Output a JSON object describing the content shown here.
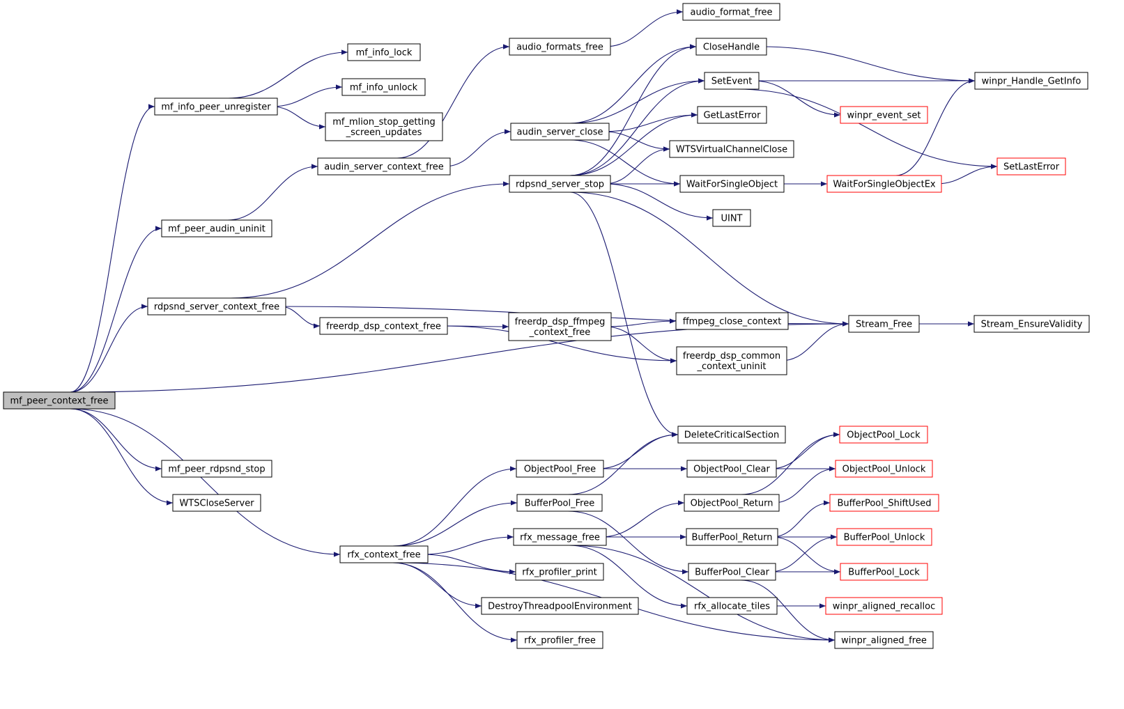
{
  "diagram": {
    "type": "call-graph",
    "colors": {
      "edge": "#191970",
      "node_border": "#000000",
      "external_node_border": "#ff0000",
      "root_fill": "#bfbfbf",
      "node_fill": "#ffffff"
    },
    "nodes": [
      {
        "id": "mf_peer_context_free",
        "lines": [
          "mf_peer_context_free"
        ],
        "root": true
      },
      {
        "id": "mf_info_peer_unregister",
        "lines": [
          "mf_info_peer_unregister"
        ]
      },
      {
        "id": "mf_peer_audin_uninit",
        "lines": [
          "mf_peer_audin_uninit"
        ]
      },
      {
        "id": "rdpsnd_server_context_free",
        "lines": [
          "rdpsnd_server_context_free"
        ]
      },
      {
        "id": "mf_peer_rdpsnd_stop",
        "lines": [
          "mf_peer_rdpsnd_stop"
        ]
      },
      {
        "id": "WTSCloseServer",
        "lines": [
          "WTSCloseServer"
        ]
      },
      {
        "id": "mf_info_lock",
        "lines": [
          "mf_info_lock"
        ]
      },
      {
        "id": "mf_info_unlock",
        "lines": [
          "mf_info_unlock"
        ]
      },
      {
        "id": "mf_mlion_stop_getting_screen_updates",
        "lines": [
          "mf_mlion_stop_getting",
          "_screen_updates"
        ]
      },
      {
        "id": "audin_server_context_free",
        "lines": [
          "audin_server_context_free"
        ]
      },
      {
        "id": "freerdp_dsp_context_free",
        "lines": [
          "freerdp_dsp_context_free"
        ]
      },
      {
        "id": "rfx_context_free",
        "lines": [
          "rfx_context_free"
        ]
      },
      {
        "id": "audio_formats_free",
        "lines": [
          "audio_formats_free"
        ]
      },
      {
        "id": "audin_server_close",
        "lines": [
          "audin_server_close"
        ]
      },
      {
        "id": "rdpsnd_server_stop",
        "lines": [
          "rdpsnd_server_stop"
        ]
      },
      {
        "id": "freerdp_dsp_ffmpeg_context_free",
        "lines": [
          "freerdp_dsp_ffmpeg",
          "_context_free"
        ]
      },
      {
        "id": "ObjectPool_Free",
        "lines": [
          "ObjectPool_Free"
        ]
      },
      {
        "id": "BufferPool_Free",
        "lines": [
          "BufferPool_Free"
        ]
      },
      {
        "id": "rfx_message_free",
        "lines": [
          "rfx_message_free"
        ]
      },
      {
        "id": "rfx_profiler_print",
        "lines": [
          "rfx_profiler_print"
        ]
      },
      {
        "id": "DestroyThreadpoolEnvironment",
        "lines": [
          "DestroyThreadpoolEnvironment"
        ]
      },
      {
        "id": "rfx_profiler_free",
        "lines": [
          "rfx_profiler_free"
        ]
      },
      {
        "id": "audio_format_free",
        "lines": [
          "audio_format_free"
        ]
      },
      {
        "id": "CloseHandle",
        "lines": [
          "CloseHandle"
        ]
      },
      {
        "id": "SetEvent",
        "lines": [
          "SetEvent"
        ]
      },
      {
        "id": "GetLastError",
        "lines": [
          "GetLastError"
        ]
      },
      {
        "id": "WTSVirtualChannelClose",
        "lines": [
          "WTSVirtualChannelClose"
        ]
      },
      {
        "id": "WaitForSingleObject",
        "lines": [
          "WaitForSingleObject"
        ]
      },
      {
        "id": "UINT",
        "lines": [
          "UINT"
        ]
      },
      {
        "id": "ffmpeg_close_context",
        "lines": [
          "ffmpeg_close_context"
        ]
      },
      {
        "id": "freerdp_dsp_common_context_uninit",
        "lines": [
          "freerdp_dsp_common",
          "_context_uninit"
        ]
      },
      {
        "id": "DeleteCriticalSection",
        "lines": [
          "DeleteCriticalSection"
        ]
      },
      {
        "id": "ObjectPool_Clear",
        "lines": [
          "ObjectPool_Clear"
        ]
      },
      {
        "id": "ObjectPool_Return",
        "lines": [
          "ObjectPool_Return"
        ]
      },
      {
        "id": "BufferPool_Return",
        "lines": [
          "BufferPool_Return"
        ]
      },
      {
        "id": "BufferPool_Clear",
        "lines": [
          "BufferPool_Clear"
        ]
      },
      {
        "id": "rfx_allocate_tiles",
        "lines": [
          "rfx_allocate_tiles"
        ]
      },
      {
        "id": "winpr_event_set",
        "lines": [
          "winpr_event_set"
        ],
        "external": true
      },
      {
        "id": "WaitForSingleObjectEx",
        "lines": [
          "WaitForSingleObjectEx"
        ],
        "external": true
      },
      {
        "id": "Stream_Free",
        "lines": [
          "Stream_Free"
        ]
      },
      {
        "id": "ObjectPool_Lock",
        "lines": [
          "ObjectPool_Lock"
        ],
        "external": true
      },
      {
        "id": "ObjectPool_Unlock",
        "lines": [
          "ObjectPool_Unlock"
        ],
        "external": true
      },
      {
        "id": "BufferPool_ShiftUsed",
        "lines": [
          "BufferPool_ShiftUsed"
        ],
        "external": true
      },
      {
        "id": "BufferPool_Unlock",
        "lines": [
          "BufferPool_Unlock"
        ],
        "external": true
      },
      {
        "id": "BufferPool_Lock",
        "lines": [
          "BufferPool_Lock"
        ],
        "external": true
      },
      {
        "id": "winpr_aligned_recalloc",
        "lines": [
          "winpr_aligned_recalloc"
        ],
        "external": true
      },
      {
        "id": "winpr_aligned_free",
        "lines": [
          "winpr_aligned_free"
        ]
      },
      {
        "id": "winpr_Handle_GetInfo",
        "lines": [
          "winpr_Handle_GetInfo"
        ]
      },
      {
        "id": "SetLastError",
        "lines": [
          "SetLastError"
        ],
        "external": true
      },
      {
        "id": "Stream_EnsureValidity",
        "lines": [
          "Stream_EnsureValidity"
        ]
      }
    ],
    "edges": [
      [
        "mf_peer_context_free",
        "mf_info_peer_unregister"
      ],
      [
        "mf_peer_context_free",
        "mf_peer_audin_uninit"
      ],
      [
        "mf_peer_context_free",
        "rdpsnd_server_context_free"
      ],
      [
        "mf_peer_context_free",
        "Stream_Free"
      ],
      [
        "mf_peer_context_free",
        "mf_peer_rdpsnd_stop"
      ],
      [
        "mf_peer_context_free",
        "WTSCloseServer"
      ],
      [
        "mf_peer_context_free",
        "rfx_context_free"
      ],
      [
        "mf_info_peer_unregister",
        "mf_info_lock"
      ],
      [
        "mf_info_peer_unregister",
        "mf_info_unlock"
      ],
      [
        "mf_info_peer_unregister",
        "mf_mlion_stop_getting_screen_updates"
      ],
      [
        "mf_peer_audin_uninit",
        "audin_server_context_free"
      ],
      [
        "audin_server_context_free",
        "audio_formats_free"
      ],
      [
        "audin_server_context_free",
        "audin_server_close"
      ],
      [
        "audio_formats_free",
        "audio_format_free"
      ],
      [
        "audin_server_close",
        "CloseHandle"
      ],
      [
        "audin_server_close",
        "SetEvent"
      ],
      [
        "audin_server_close",
        "GetLastError"
      ],
      [
        "audin_server_close",
        "WTSVirtualChannelClose"
      ],
      [
        "audin_server_close",
        "WaitForSingleObject"
      ],
      [
        "rdpsnd_server_context_free",
        "rdpsnd_server_stop"
      ],
      [
        "rdpsnd_server_context_free",
        "Stream_Free"
      ],
      [
        "rdpsnd_server_context_free",
        "freerdp_dsp_context_free"
      ],
      [
        "rdpsnd_server_stop",
        "CloseHandle"
      ],
      [
        "rdpsnd_server_stop",
        "SetEvent"
      ],
      [
        "rdpsnd_server_stop",
        "GetLastError"
      ],
      [
        "rdpsnd_server_stop",
        "WTSVirtualChannelClose"
      ],
      [
        "rdpsnd_server_stop",
        "WaitForSingleObject"
      ],
      [
        "rdpsnd_server_stop",
        "UINT"
      ],
      [
        "rdpsnd_server_stop",
        "Stream_Free"
      ],
      [
        "rdpsnd_server_stop",
        "DeleteCriticalSection"
      ],
      [
        "freerdp_dsp_context_free",
        "freerdp_dsp_ffmpeg_context_free"
      ],
      [
        "freerdp_dsp_context_free",
        "freerdp_dsp_common_context_uninit"
      ],
      [
        "freerdp_dsp_ffmpeg_context_free",
        "ffmpeg_close_context"
      ],
      [
        "freerdp_dsp_ffmpeg_context_free",
        "freerdp_dsp_common_context_uninit"
      ],
      [
        "freerdp_dsp_common_context_uninit",
        "Stream_Free"
      ],
      [
        "CloseHandle",
        "winpr_Handle_GetInfo"
      ],
      [
        "SetEvent",
        "winpr_Handle_GetInfo"
      ],
      [
        "SetEvent",
        "winpr_event_set"
      ],
      [
        "SetEvent",
        "SetLastError"
      ],
      [
        "WaitForSingleObject",
        "WaitForSingleObjectEx"
      ],
      [
        "WaitForSingleObjectEx",
        "winpr_Handle_GetInfo"
      ],
      [
        "WaitForSingleObjectEx",
        "SetLastError"
      ],
      [
        "Stream_Free",
        "Stream_EnsureValidity"
      ],
      [
        "rfx_context_free",
        "ObjectPool_Free"
      ],
      [
        "rfx_context_free",
        "BufferPool_Free"
      ],
      [
        "rfx_context_free",
        "rfx_message_free"
      ],
      [
        "rfx_context_free",
        "rfx_profiler_print"
      ],
      [
        "rfx_context_free",
        "DestroyThreadpoolEnvironment"
      ],
      [
        "rfx_context_free",
        "rfx_profiler_free"
      ],
      [
        "rfx_context_free",
        "winpr_aligned_free"
      ],
      [
        "ObjectPool_Free",
        "DeleteCriticalSection"
      ],
      [
        "ObjectPool_Free",
        "ObjectPool_Clear"
      ],
      [
        "BufferPool_Free",
        "DeleteCriticalSection"
      ],
      [
        "BufferPool_Free",
        "BufferPool_Clear"
      ],
      [
        "ObjectPool_Clear",
        "ObjectPool_Lock"
      ],
      [
        "ObjectPool_Clear",
        "ObjectPool_Unlock"
      ],
      [
        "rfx_message_free",
        "ObjectPool_Return"
      ],
      [
        "rfx_message_free",
        "BufferPool_Return"
      ],
      [
        "rfx_message_free",
        "rfx_allocate_tiles"
      ],
      [
        "rfx_message_free",
        "winpr_aligned_free"
      ],
      [
        "ObjectPool_Return",
        "ObjectPool_Lock"
      ],
      [
        "ObjectPool_Return",
        "ObjectPool_Unlock"
      ],
      [
        "BufferPool_Return",
        "BufferPool_ShiftUsed"
      ],
      [
        "BufferPool_Return",
        "BufferPool_Unlock"
      ],
      [
        "BufferPool_Return",
        "BufferPool_Lock"
      ],
      [
        "BufferPool_Clear",
        "BufferPool_Unlock"
      ],
      [
        "BufferPool_Clear",
        "BufferPool_Lock"
      ],
      [
        "BufferPool_Clear",
        "winpr_aligned_free"
      ],
      [
        "rfx_allocate_tiles",
        "winpr_aligned_recalloc"
      ]
    ]
  }
}
